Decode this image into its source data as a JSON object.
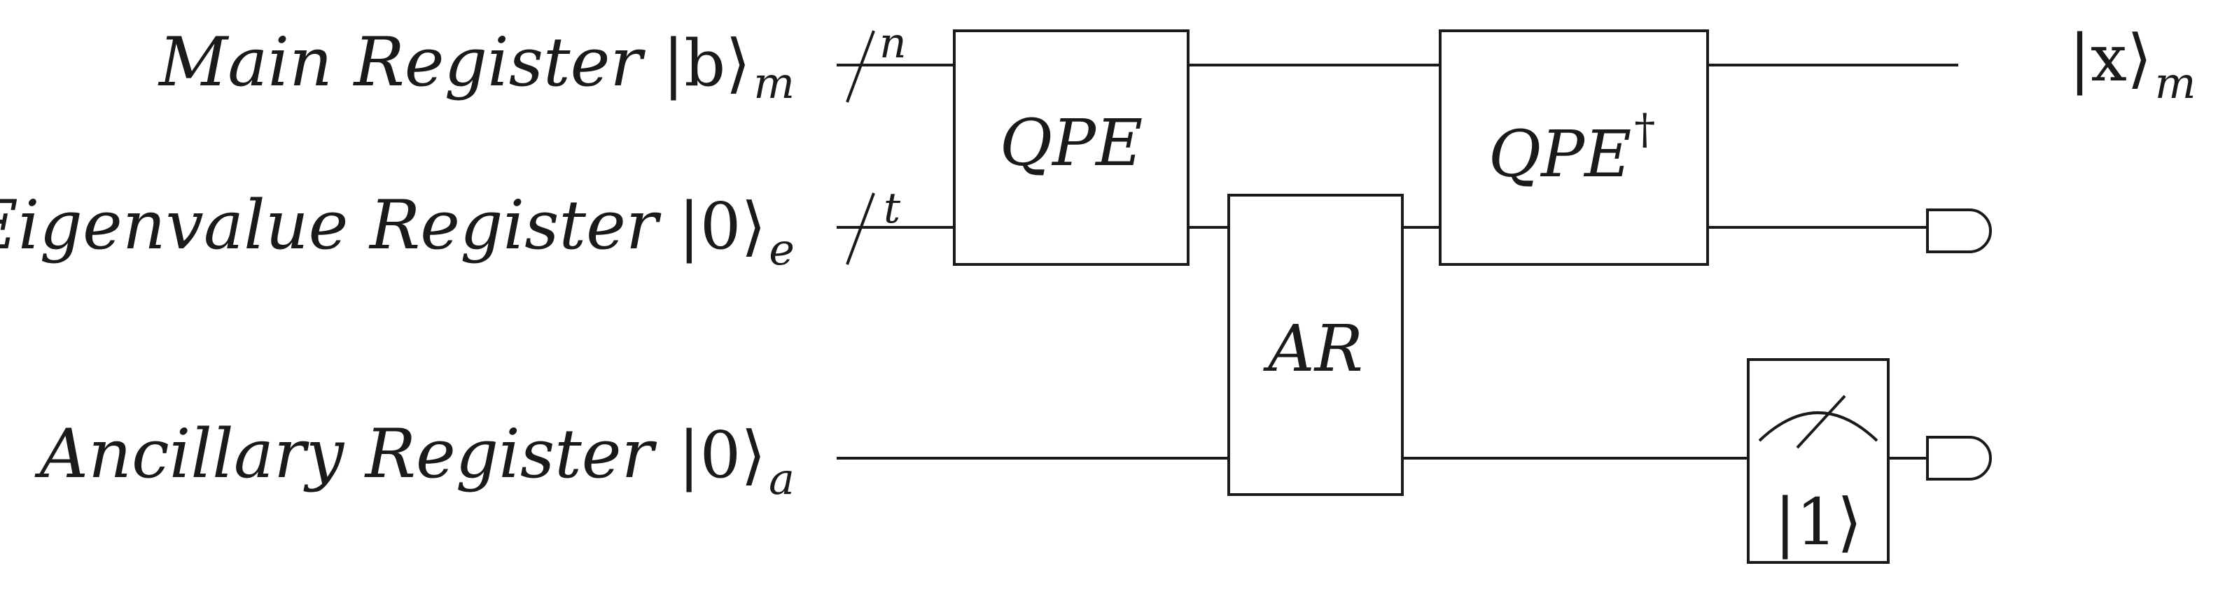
{
  "registers": {
    "main": {
      "label": "Main Register",
      "ket": "|b⟩",
      "subscript": "m",
      "bus_size": "n",
      "output_ket": "|x⟩",
      "output_subscript": "m"
    },
    "eigenvalue": {
      "label": "Eigenvalue Register",
      "ket": "|0⟩",
      "subscript": "e",
      "bus_size": "t"
    },
    "ancillary": {
      "label": "Ancillary Register",
      "ket": "|0⟩",
      "subscript": "a"
    }
  },
  "gates": {
    "qpe": {
      "label": "QPE"
    },
    "ar": {
      "label": "AR"
    },
    "qpe_dagger": {
      "label": "QPE",
      "superscript": "†"
    },
    "measurement": {
      "outcome": "|1⟩"
    }
  },
  "colors": {
    "ink": "#1a1a1a",
    "background": "#ffffff"
  }
}
